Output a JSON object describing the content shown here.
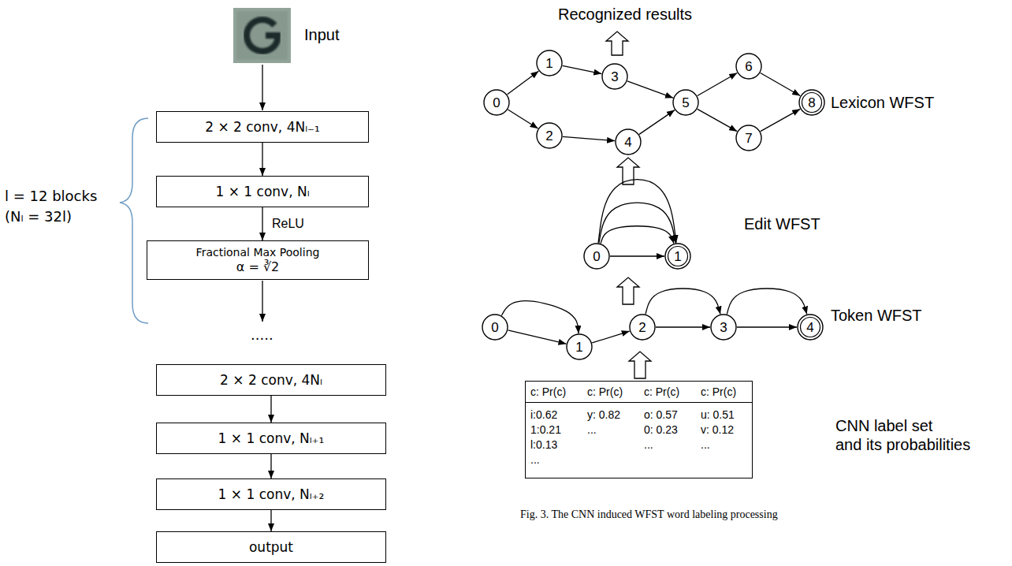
{
  "diagram": {
    "caption": "Fig. 3. The CNN induced WFST word labeling processing",
    "nodes": [
      {
        "text": [
          "2 × 2 conv, 4Nₗ₋₁"
        ]
      },
      {
        "text": [
          "1 × 1 conv, Nₗ"
        ]
      },
      {
        "text": [
          "Fractional Max Pooling",
          "α = ∛2"
        ]
      },
      {
        "text": [
          "2 × 2 conv, 4Nₗ"
        ]
      },
      {
        "text": [
          "1 × 1 conv, Nₗ₊₁"
        ]
      },
      {
        "text": [
          "1 × 1 conv, Nₗ₊₂"
        ]
      },
      {
        "text": [
          "output"
        ]
      },
      {
        "text": [
          "0"
        ]
      },
      {
        "text": [
          "1"
        ]
      },
      {
        "text": [
          "2"
        ]
      },
      {
        "text": [
          "3"
        ]
      },
      {
        "text": [
          "4"
        ]
      },
      {
        "text": [
          "5"
        ]
      },
      {
        "text": [
          "6"
        ]
      },
      {
        "text": [
          "7"
        ]
      },
      {
        "text": [
          "8"
        ]
      },
      {
        "text": [
          "0"
        ]
      },
      {
        "text": [
          "1"
        ]
      },
      {
        "text": [
          "0"
        ]
      },
      {
        "text": [
          "1"
        ]
      },
      {
        "text": [
          "2"
        ]
      },
      {
        "text": [
          "3"
        ]
      },
      {
        "text": [
          "4"
        ]
      },
      {
        "text": [
          "c: Pr(c)",
          "c: Pr(c)",
          "c: Pr(c)",
          "c: Pr(c)",
          "i:0.62",
          "1:0.21",
          "l:0.13",
          "...",
          "y: 0.82",
          "...",
          "o: 0.57",
          "0: 0.23",
          "...",
          "u: 0.51",
          "v: 0.12",
          "..."
        ]
      }
    ],
    "edges": [
      {
        "from": 0,
        "to": 1,
        "arrow": "to"
      },
      {
        "from": 1,
        "to": 2,
        "label": "ReLU",
        "arrow": "to"
      },
      {
        "from": 3,
        "to": 4,
        "arrow": "to"
      },
      {
        "from": 4,
        "to": 5,
        "arrow": "to"
      },
      {
        "from": 5,
        "to": 6,
        "arrow": "to"
      },
      {
        "from": 7,
        "to": 8,
        "arrow": "to"
      },
      {
        "from": 7,
        "to": 9,
        "arrow": "to"
      },
      {
        "from": 8,
        "to": 10,
        "arrow": "to"
      },
      {
        "from": 9,
        "to": 11,
        "arrow": "to"
      },
      {
        "from": 10,
        "to": 12,
        "arrow": "to"
      },
      {
        "from": 11,
        "to": 12,
        "arrow": "to"
      },
      {
        "from": 12,
        "to": 13,
        "arrow": "to"
      },
      {
        "from": 12,
        "to": 14,
        "arrow": "to"
      },
      {
        "from": 13,
        "to": 15,
        "arrow": "to"
      },
      {
        "from": 14,
        "to": 15,
        "arrow": "to"
      },
      {
        "from": 16,
        "to": 17,
        "arrow": "to"
      },
      {
        "from": 16,
        "to": 17,
        "arrow": "to"
      },
      {
        "from": 16,
        "to": 17,
        "arrow": "to"
      },
      {
        "from": 16,
        "to": 17,
        "arrow": "to"
      },
      {
        "from": 18,
        "to": 19,
        "arrow": "to"
      },
      {
        "from": 18,
        "to": 19,
        "arrow": "to"
      },
      {
        "from": 19,
        "to": 20,
        "arrow": "to"
      },
      {
        "from": 20,
        "to": 21,
        "arrow": "to"
      },
      {
        "from": 20,
        "to": 21,
        "arrow": "to"
      },
      {
        "from": 21,
        "to": 22,
        "arrow": "to"
      },
      {
        "from": 21,
        "to": 22,
        "arrow": "to"
      }
    ],
    "labels": [
      "Input",
      "l = 12 blocks",
      "(Nₗ = 32l)",
      ".....",
      "Recognized results",
      "Lexicon WFST",
      "Edit WFST",
      "Token WFST",
      "CNN label set",
      "and its probabilities"
    ]
  }
}
